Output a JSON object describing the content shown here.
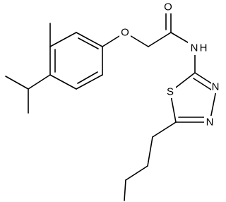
{
  "atoms": {
    "ether_oxygen": "O",
    "carbonyl_oxygen": "O",
    "amide_nitrogen": "N",
    "amide_hydrogen": "H",
    "thiadiazole_sulfur": "S",
    "thiadiazole_nitrogen_top": "N",
    "thiadiazole_nitrogen_bottom": "N"
  },
  "colors": {
    "bond": "#000000",
    "label": "#000000",
    "background": "#ffffff"
  }
}
